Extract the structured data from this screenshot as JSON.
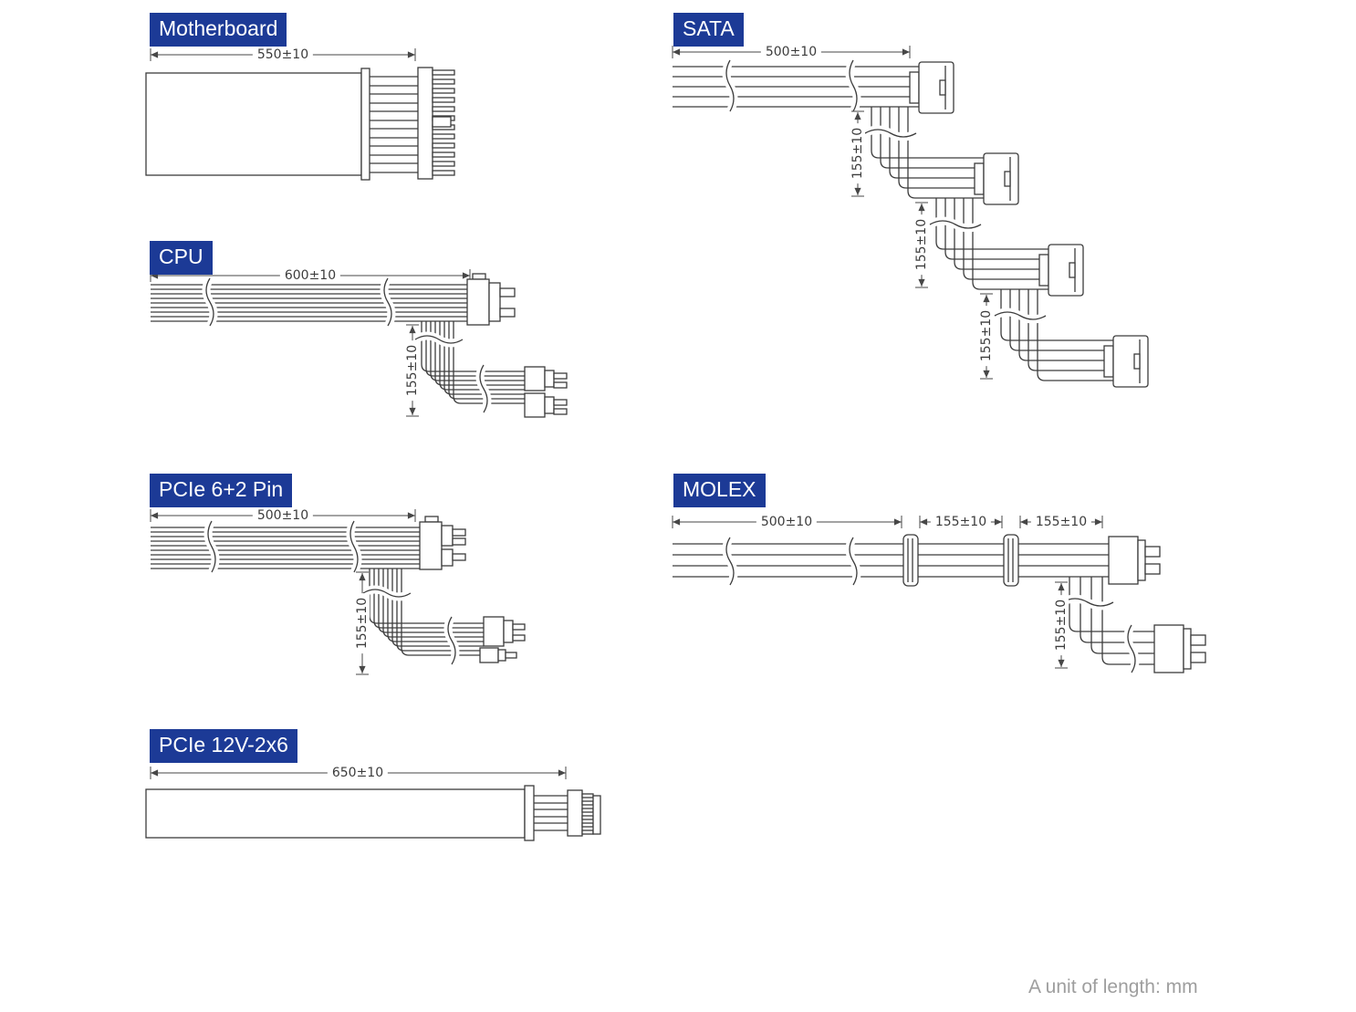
{
  "page": {
    "footer_note": "A unit of length: mm"
  },
  "colors": {
    "badge_bg": "#1c3a96",
    "badge_text": "#ffffff",
    "line": "#3c3c3c",
    "dim_text": "#3c3c3c",
    "footer_text": "#9e9e9e"
  },
  "sections": {
    "motherboard": {
      "label": "Motherboard",
      "length_dim": "550±10"
    },
    "cpu": {
      "label": "CPU",
      "length_dim": "600±10",
      "branch_dim": "155±10"
    },
    "pcie_6_2": {
      "label": "PCIe 6+2 Pin",
      "length_dim": "500±10",
      "branch_dim": "155±10"
    },
    "pcie_12v_2x6": {
      "label": "PCIe 12V-2x6",
      "length_dim": "650±10"
    },
    "sata": {
      "label": "SATA",
      "length_dim": "500±10",
      "branch_dim_1": "155±10",
      "branch_dim_2": "155±10",
      "branch_dim_3": "155±10"
    },
    "molex": {
      "label": "MOLEX",
      "length_dim": "500±10",
      "segment_dim_1": "155±10",
      "segment_dim_2": "155±10",
      "branch_dim": "155±10"
    }
  }
}
